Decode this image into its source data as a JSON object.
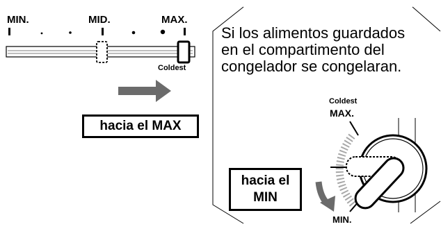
{
  "slider": {
    "min_label": "MIN.",
    "mid_label": "MID.",
    "max_label": "MAX.",
    "coldest_label": "Coldest",
    "target_box": "hacia el MAX"
  },
  "callout": {
    "lines": [
      "Si los alimentos guardados",
      "en el compartimento del",
      "congelador se congelaran."
    ]
  },
  "dial": {
    "coldest_label": "Coldest",
    "max_label": "MAX.",
    "min_label": "MIN.",
    "target_box_line1": "hacia el",
    "target_box_line2": "MIN"
  },
  "colors": {
    "arrow": "#6b6b6b",
    "dots": "#a8a8a8",
    "ink": "#000000"
  }
}
